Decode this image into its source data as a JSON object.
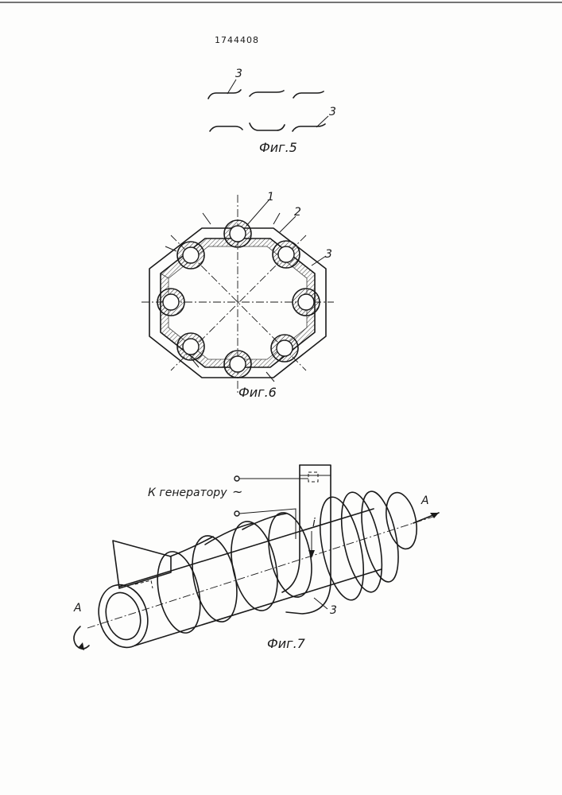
{
  "document": {
    "patent_number": "1744408"
  },
  "fig5": {
    "caption": "Фиг.5",
    "label_top": "3",
    "label_right": "3"
  },
  "fig6": {
    "caption": "Фиг.6",
    "label_1": "1",
    "label_2": "2",
    "label_3": "3"
  },
  "fig7": {
    "caption": "Фиг.7",
    "generator_label": "К генератору",
    "ac_symbol": "~",
    "current_label": "i",
    "label_3": "3",
    "section_left": "А",
    "section_right": "А"
  }
}
